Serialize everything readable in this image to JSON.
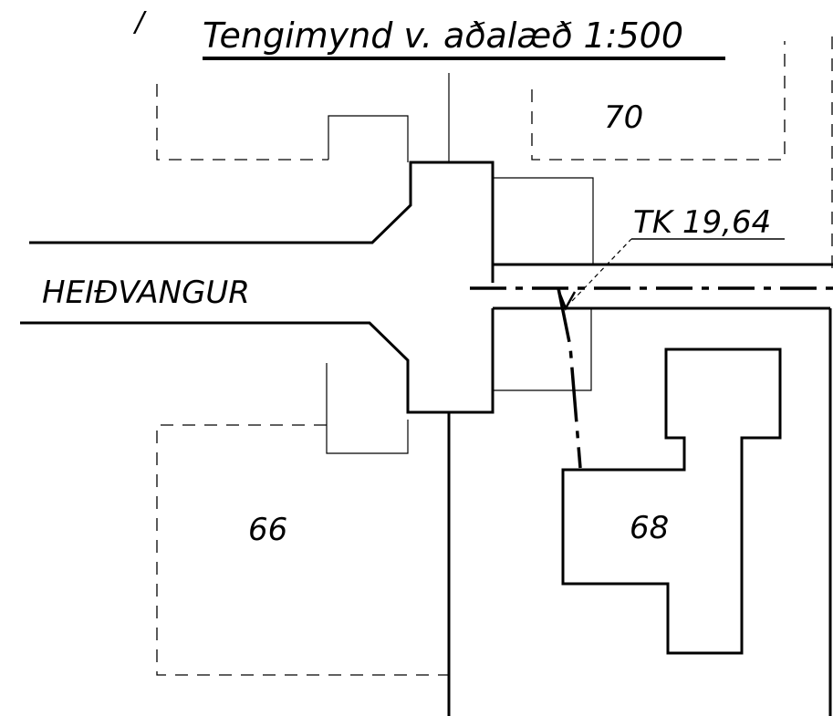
{
  "title": "Tengimynd v. aðalæð 1:500",
  "corner_mark": "/",
  "street_name": "HEIÐVANGUR",
  "lots": [
    {
      "number": "70"
    },
    {
      "number": "66"
    },
    {
      "number": "68"
    }
  ],
  "connection_label": "TK 19,64"
}
